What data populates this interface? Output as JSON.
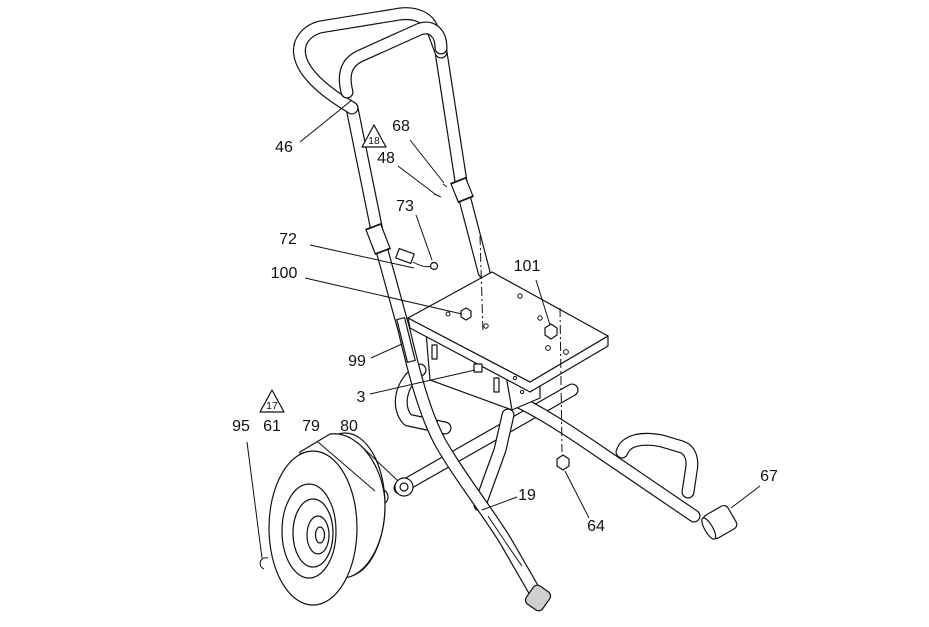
{
  "callouts": {
    "p46": "46",
    "p68": "68",
    "p48": "48",
    "p73": "73",
    "p72": "72",
    "p100": "100",
    "p101": "101",
    "p99": "99",
    "p3": "3",
    "p95": "95",
    "p61": "61",
    "p79": "79",
    "p80": "80",
    "p19": "19",
    "p64": "64",
    "p67": "67"
  },
  "warnings": {
    "w18": "18",
    "w17": "17"
  }
}
